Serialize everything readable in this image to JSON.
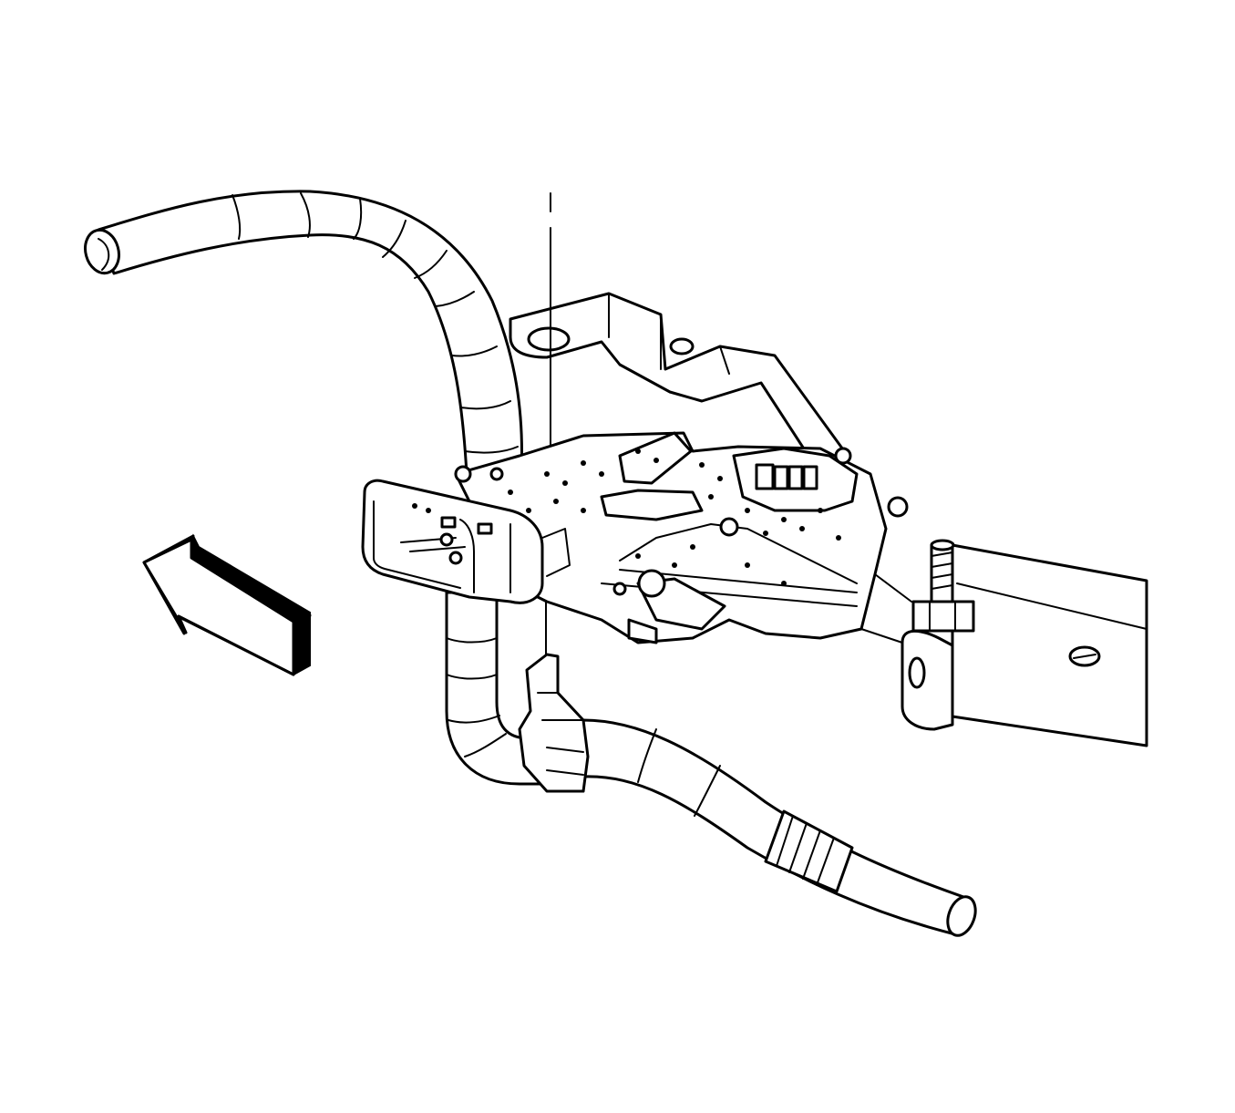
{
  "diagram": {
    "kind": "line-art technical illustration",
    "components": [
      "wiring-harness-upper",
      "wiring-harness-lower",
      "electrical-connector",
      "switch-body",
      "mounting-bracket",
      "mounting-stud",
      "harness-clip",
      "transmission-case-edge",
      "direction-arrow"
    ],
    "colors": {
      "line": "#000000",
      "fill": "#ffffff"
    }
  }
}
